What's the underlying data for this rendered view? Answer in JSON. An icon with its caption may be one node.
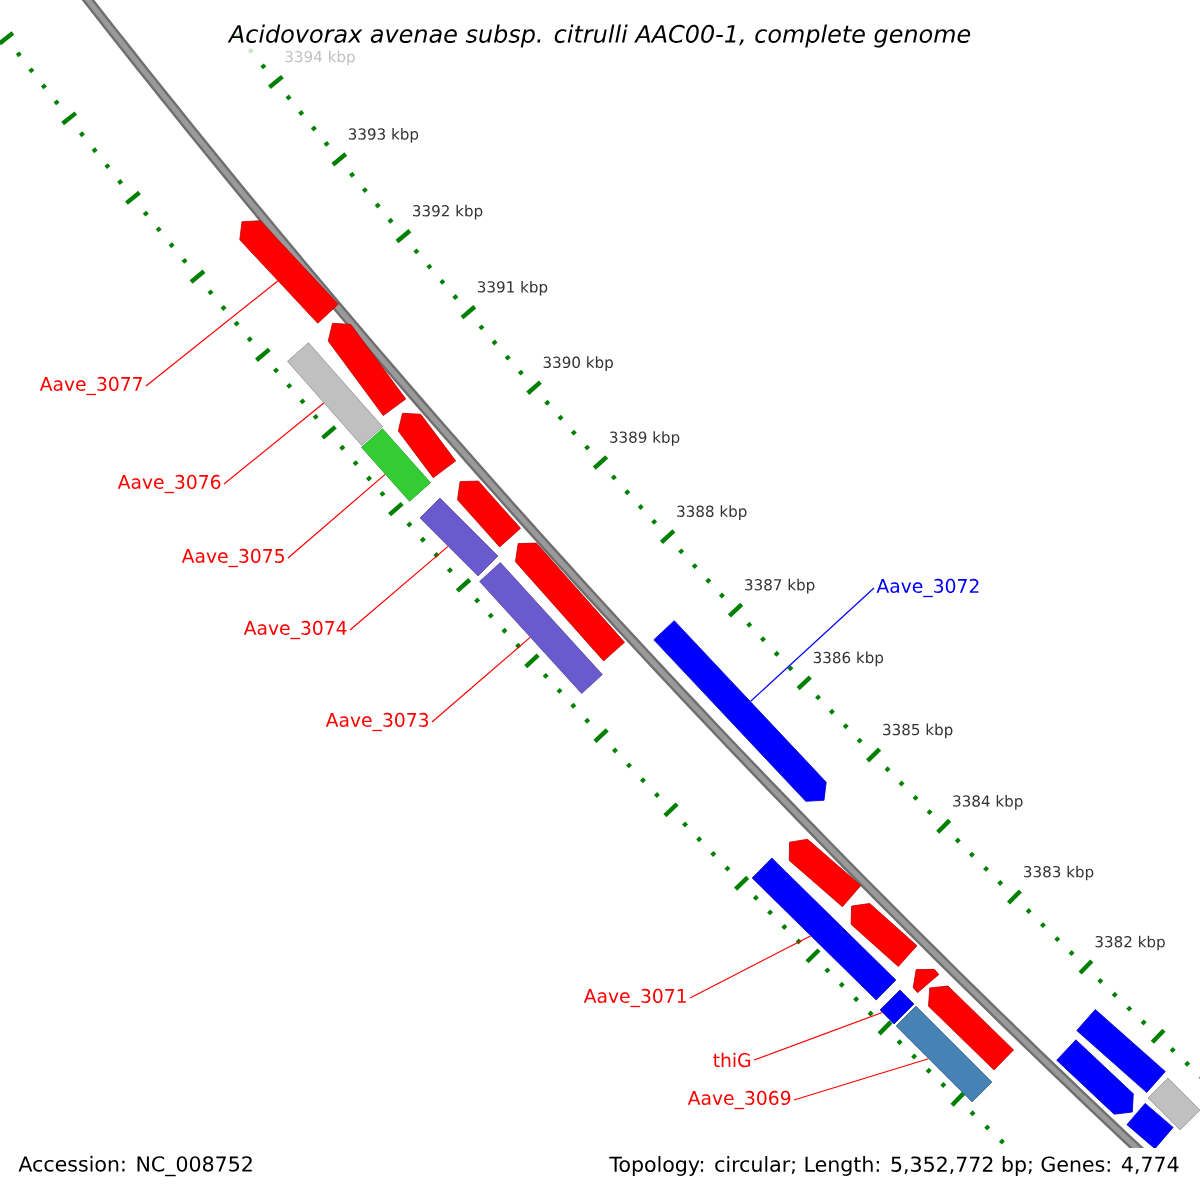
{
  "diagram": {
    "title": "Acidovorax avenae subsp. citrulli AAC00-1, complete genome",
    "nodes": [
      {
        "text": [
          "Aave_3077"
        ]
      },
      {
        "text": [
          "Aave_3076"
        ]
      },
      {
        "text": [
          "Aave_3075"
        ]
      },
      {
        "text": [
          "Aave_3074"
        ]
      },
      {
        "text": [
          "Aave_3073"
        ]
      },
      {
        "text": [
          "Aave_3072"
        ]
      },
      {
        "text": [
          "Aave_3071"
        ]
      },
      {
        "text": [
          "thiG"
        ]
      },
      {
        "text": [
          "Aave_3069"
        ]
      },
      {
        "text": [],
        "shape": "pentagon"
      },
      {
        "text": [],
        "shape": "bar"
      },
      {
        "text": [],
        "shape": "pentagon"
      },
      {
        "text": [],
        "shape": "bar"
      },
      {
        "text": [],
        "shape": "pentagon"
      },
      {
        "text": [],
        "shape": "bar"
      },
      {
        "text": [],
        "shape": "pentagon"
      },
      {
        "text": [],
        "shape": "bar"
      },
      {
        "text": [],
        "shape": "pentagon"
      },
      {
        "text": [],
        "shape": "pentagon"
      },
      {
        "text": [],
        "shape": "pentagon"
      },
      {
        "text": [],
        "shape": "pentagon"
      },
      {
        "text": [],
        "shape": "bar"
      },
      {
        "text": [],
        "shape": "pentagon"
      },
      {
        "text": [],
        "shape": "pentagon"
      },
      {
        "text": [],
        "shape": "bar"
      },
      {
        "text": [],
        "shape": "bar"
      },
      {
        "text": [],
        "shape": "bar"
      },
      {
        "text": [],
        "shape": "bar"
      },
      {
        "text": [],
        "shape": "pentagon"
      },
      {
        "text": [],
        "shape": "bar"
      }
    ],
    "edges": [
      {
        "from": 0,
        "to": 9,
        "arrow": "none"
      },
      {
        "from": 1,
        "to": 10,
        "arrow": "none"
      },
      {
        "from": 2,
        "to": 12,
        "arrow": "none"
      },
      {
        "from": 3,
        "to": 14,
        "arrow": "none"
      },
      {
        "from": 4,
        "to": 16,
        "arrow": "none"
      },
      {
        "from": 5,
        "to": 18,
        "arrow": "none",
        "color": "#0000ff"
      },
      {
        "from": 6,
        "to": 21,
        "arrow": "none"
      },
      {
        "from": 7,
        "to": 24,
        "arrow": "none"
      },
      {
        "from": 8,
        "to": 25,
        "arrow": "none"
      }
    ],
    "labels": [
      "3394 kbp",
      "3393 kbp",
      "3392 kbp",
      "3391 kbp",
      "3390 kbp",
      "3389 kbp",
      "3388 kbp",
      "3387 kbp",
      "3386 kbp",
      "3385 kbp",
      "3384 kbp",
      "3383 kbp",
      "3382 kbp",
      "Accession: NC_008752",
      "Topology: circular; Length: 5,352,772 bp; Genes: 4,774"
    ]
  }
}
